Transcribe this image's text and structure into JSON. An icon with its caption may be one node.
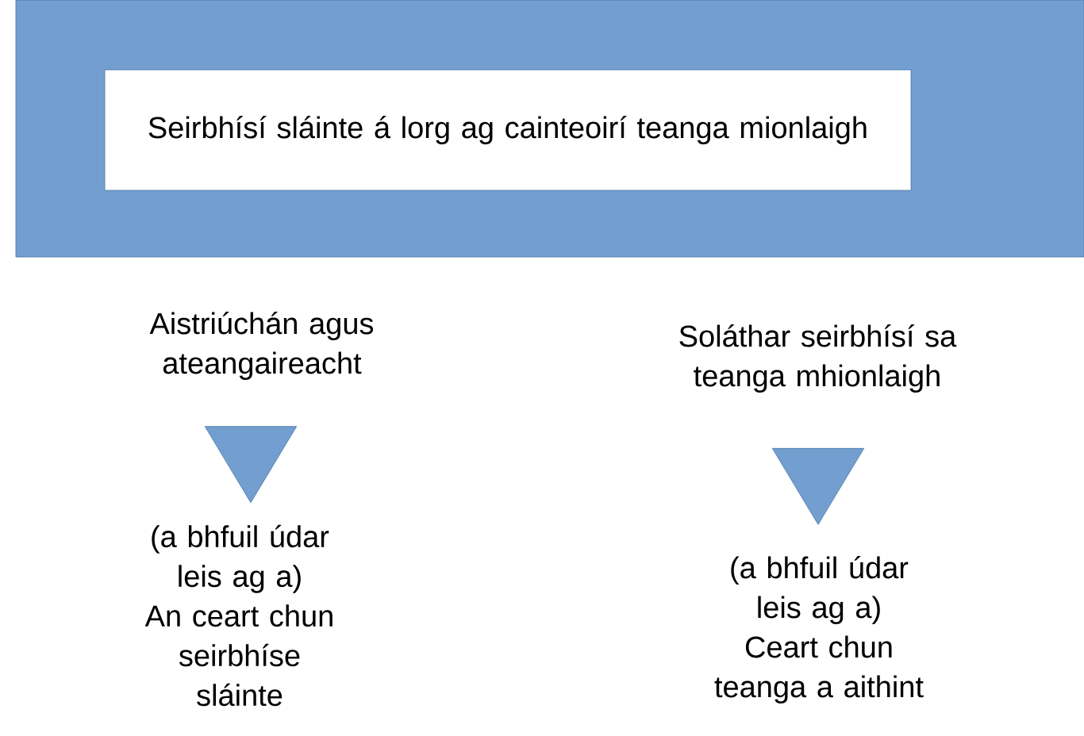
{
  "diagram": {
    "nodes": [
      {
        "text": [],
        "shape": "box"
      },
      {
        "text": [
          "Seirbhísí sláinte á lorg ag cainteoirí teanga mionlaigh"
        ],
        "in": 0
      },
      {
        "text": [
          "Aistriúchán agus ateangaireacht"
        ]
      },
      {
        "text": [
          "(a bhfuil údar leis ag a)",
          "An ceart chun seirbhíse sláinte"
        ]
      },
      {
        "text": [
          "Soláthar seirbhísí sa teanga mhionlaigh"
        ]
      },
      {
        "text": [
          "(a bhfuil údar leis ag a)",
          "Ceart chun teanga a aithint"
        ]
      }
    ],
    "edges": [
      {
        "from": 2,
        "to": 3,
        "arrow": "to"
      },
      {
        "from": 4,
        "to": 5,
        "arrow": "to"
      }
    ]
  }
}
